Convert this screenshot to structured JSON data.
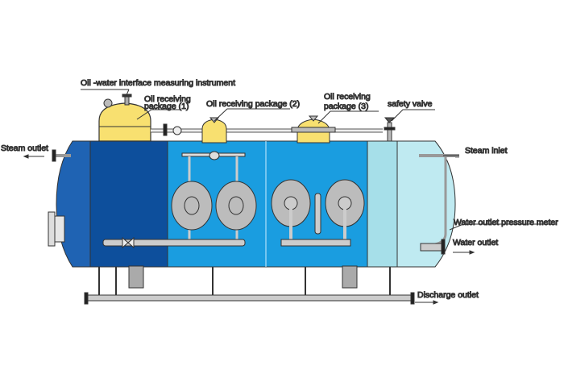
{
  "labels": {
    "interface_instrument": "Oil -water interface measuring instrument",
    "oil_pkg1_line1": "Oil receiving",
    "oil_pkg1_line2": "package (1)",
    "oil_pkg2": "Oil receiving package (2)",
    "oil_pkg3_line1": "Oil receiving",
    "oil_pkg3_line2": "package (3)",
    "safety_valve": "safety valve",
    "steam_outlet": "Steam outlet",
    "steam_inlet": "Steam inlet",
    "water_outlet_pressure_meter": "Water outlet pressure meter",
    "water_outlet": "Water outlet",
    "discharge_outlet": "Discharge outlet"
  },
  "colors": {
    "left_cap": "#1f63b3",
    "dark_section": "#0d4f9c",
    "middle_sections": "#1a9de0",
    "pale_section": "#a6dfe9",
    "right_cap": "#bfeaf1",
    "oil_package": "#f8e070",
    "separator_disc": "#bcbcbc"
  }
}
